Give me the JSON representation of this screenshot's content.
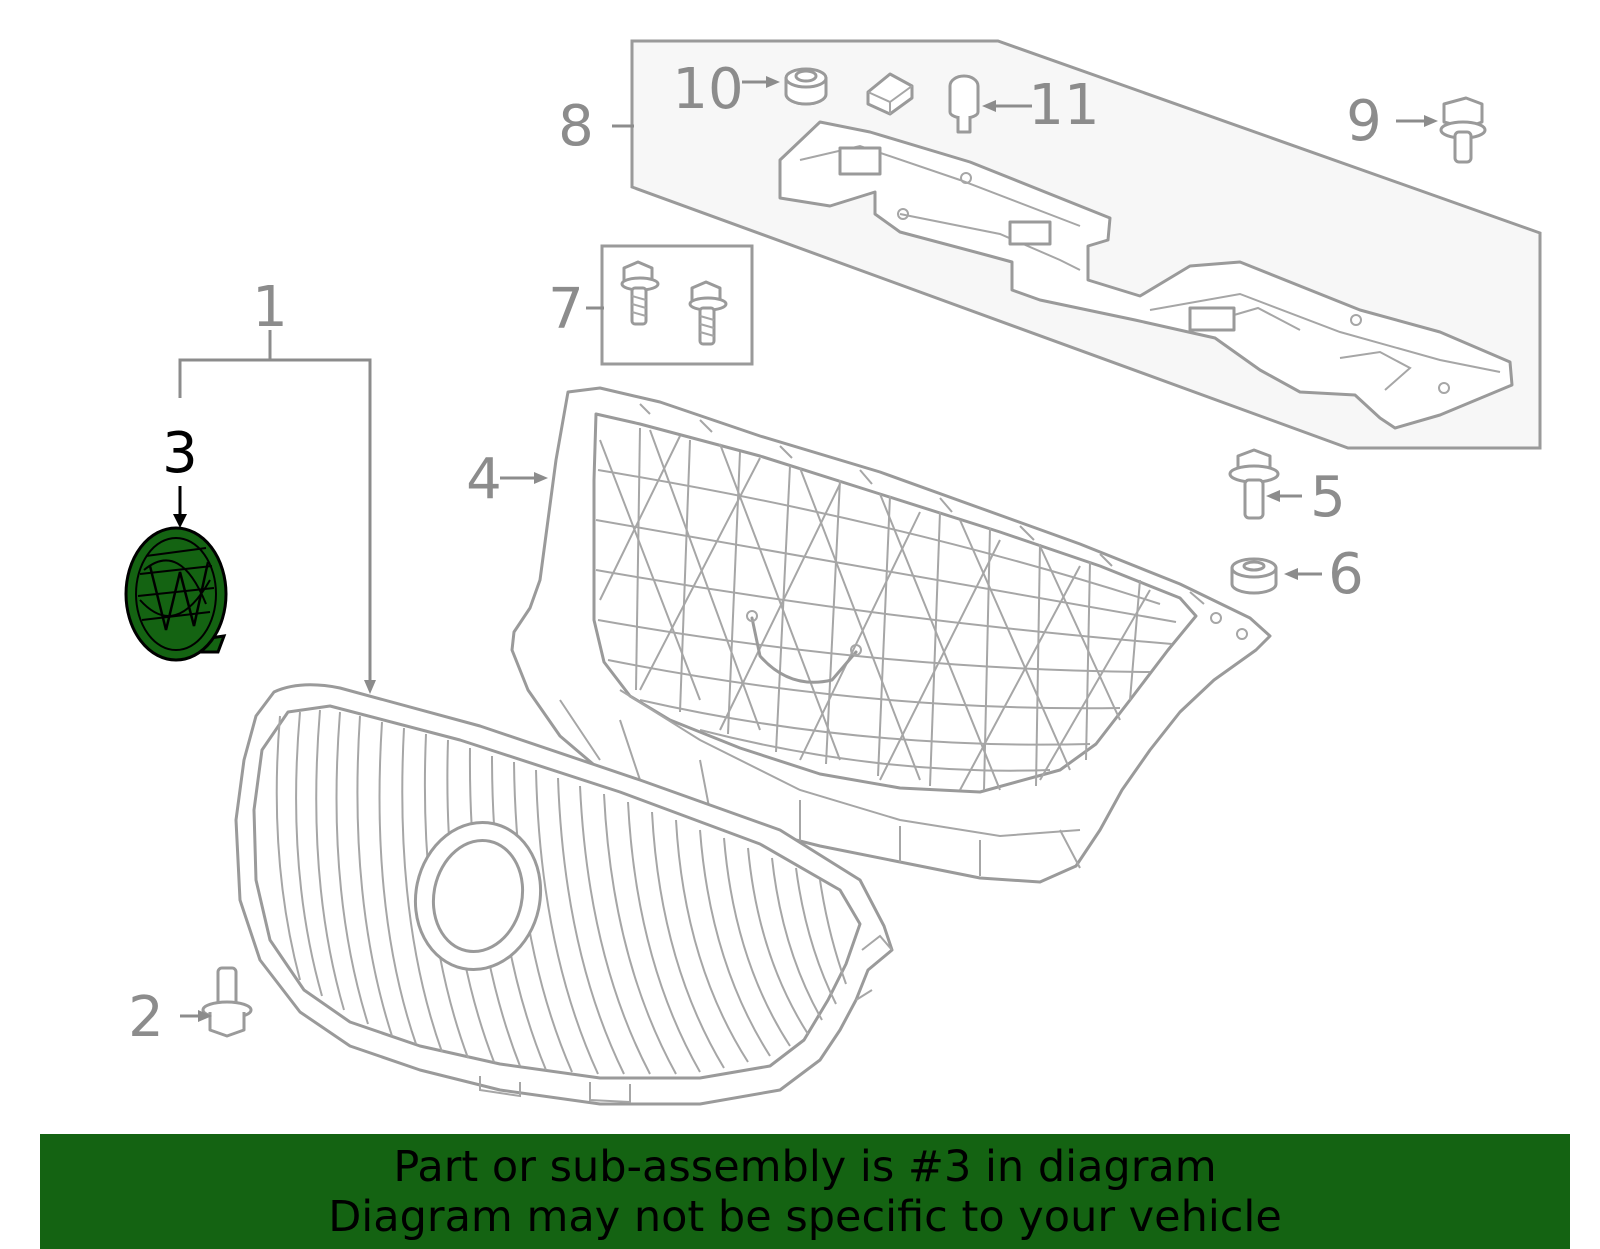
{
  "diagram": {
    "callouts": {
      "c1": "1",
      "c2": "2",
      "c3": "3",
      "c4": "4",
      "c5": "5",
      "c6": "6",
      "c7": "7",
      "c8": "8",
      "c9": "9",
      "c10": "10",
      "c11": "11"
    },
    "highlight_part": "3",
    "colors": {
      "highlight_fill": "#146312",
      "line_gray": "#9a9a9a",
      "banner_bg": "#146312"
    }
  },
  "footer": {
    "line1": "Part or sub-assembly is #3 in diagram",
    "line2": "Diagram may not be specific to your vehicle"
  }
}
